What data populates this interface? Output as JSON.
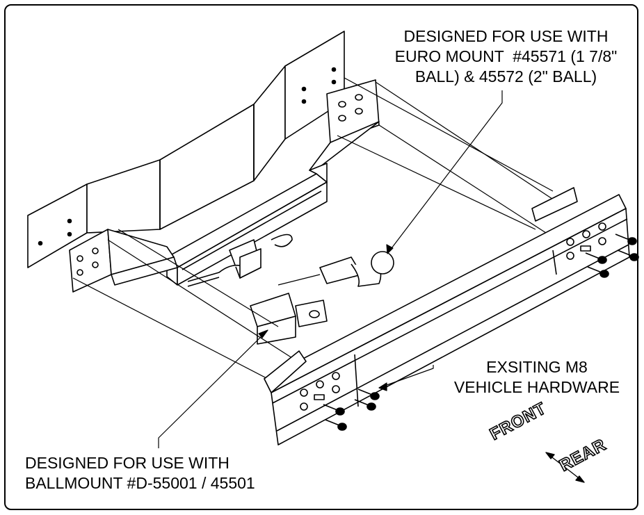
{
  "notes": {
    "euro_mount": "DESIGNED FOR USE WITH\nEURO MOUNT  #45571 (1 7/8\"\nBALL) & 45572 (2\" BALL)",
    "vehicle_hardware": "EXSITING M8\nVEHICLE HARDWARE",
    "ballmount": "DESIGNED FOR USE WITH\nBALLMOUNT #D-55001 / 45501"
  },
  "direction": {
    "front": "FRONT",
    "rear": "REAR"
  }
}
